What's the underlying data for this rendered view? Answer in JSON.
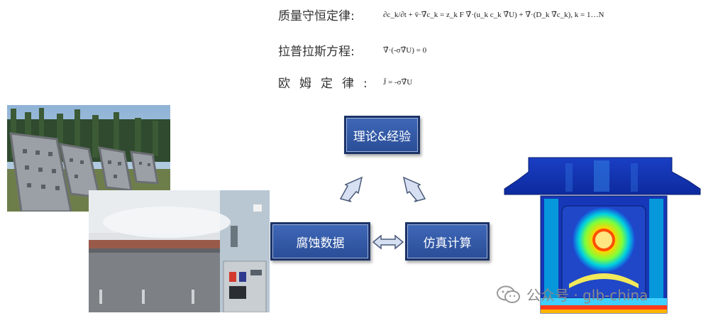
{
  "equations": [
    {
      "label": "质量守恒定律:",
      "formula": "∂c_k/∂t + v̄·∇̄c_k = z_k F ∇̄·(u_k c_k ∇̄U) + ∇̄·(D_k ∇̄c_k),    k = 1…N"
    },
    {
      "label": "拉普拉斯方程:",
      "formula": "∇̄·(-σ∇̄U) = 0"
    },
    {
      "label": "欧姆定律:",
      "formula": "J̄ = -σ∇̄U"
    }
  ],
  "boxes": {
    "theory": "理论&经验",
    "corrosion_data": "腐蚀数据",
    "simulation": "仿真计算"
  },
  "watermark": {
    "text": "公众号 · glb-china",
    "icon": "wechat-icon"
  },
  "colors": {
    "box_fill": "#3a62b2",
    "box_border": "#1c3468",
    "arrow_fill": "#d6e0f2"
  }
}
